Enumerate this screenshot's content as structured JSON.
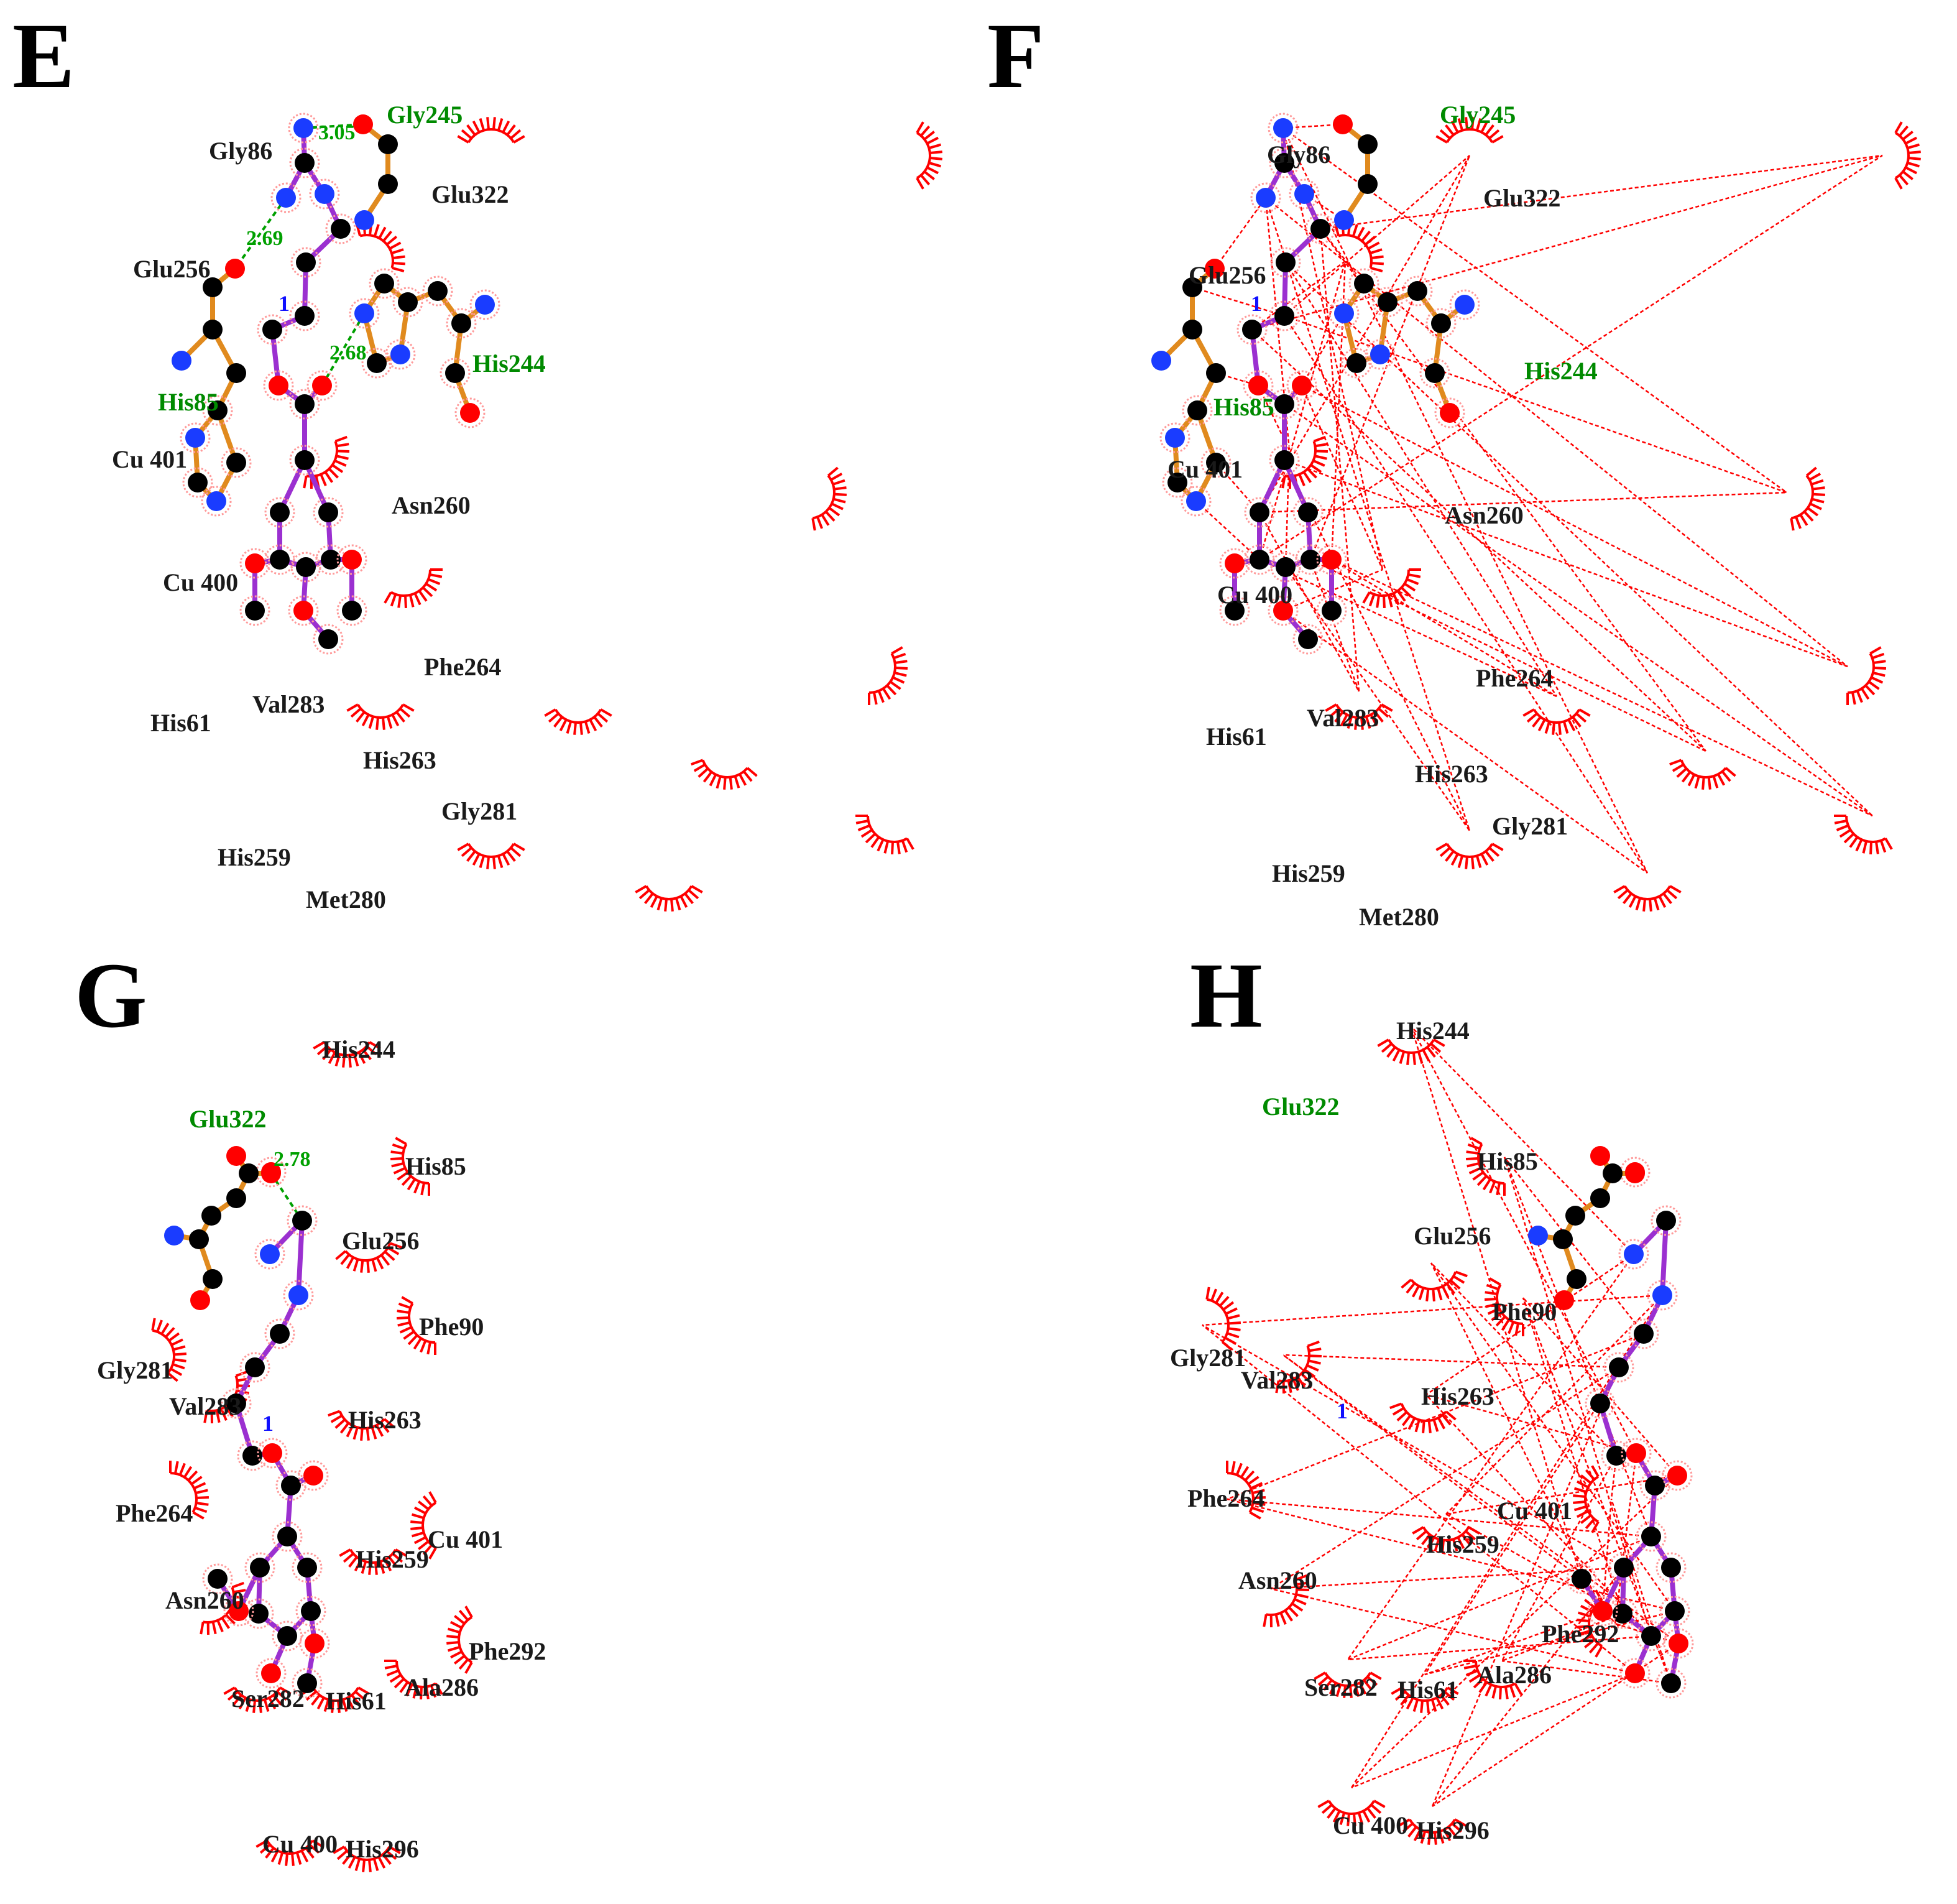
{
  "panels": [
    {
      "id": "E",
      "label": "E",
      "ligand_label": "1",
      "residues": [
        "Gly86",
        "Glu256",
        "Cu 401",
        "Cu 400",
        "His61",
        "Val283",
        "His259",
        "Met280",
        "His263",
        "Gly281",
        "Phe264",
        "Asn260",
        "Glu322"
      ],
      "hbond_residues": [
        "Gly245",
        "His244",
        "His85"
      ],
      "distances": [
        "3.05",
        "2.69",
        "2.68"
      ]
    },
    {
      "id": "F",
      "label": "F",
      "ligand_label": "1",
      "residues": [
        "Gly86",
        "Glu256",
        "Cu 401",
        "Cu 400",
        "His61",
        "Val283",
        "His259",
        "Met280",
        "His263",
        "Gly281",
        "Phe264",
        "Asn260",
        "Glu322"
      ],
      "hbond_residues": [
        "Gly245",
        "His244",
        "His85"
      ],
      "distances": []
    },
    {
      "id": "G",
      "label": "G",
      "ligand_label": "1",
      "residues": [
        "His244",
        "His85",
        "Glu256",
        "Phe90",
        "Gly281",
        "Val283",
        "His263",
        "Phe264",
        "His259",
        "Cu 401",
        "Asn260",
        "Phe292",
        "Ser282",
        "His61",
        "Ala286",
        "Cu 400",
        "His296"
      ],
      "hbond_residues": [
        "Glu322"
      ],
      "distances": [
        "2.78"
      ]
    },
    {
      "id": "H",
      "label": "H",
      "ligand_label": "1",
      "residues": [
        "His244",
        "His85",
        "Glu256",
        "Phe90",
        "Gly281",
        "Val283",
        "His263",
        "Phe264",
        "Cu 401",
        "His259",
        "Asn260",
        "Phe292",
        "Ser282",
        "His61",
        "Ala286",
        "Cu 400",
        "His296"
      ],
      "hbond_residues": [
        "Glu322"
      ],
      "distances": []
    }
  ],
  "colors": {
    "ligand_bond": "#9b30d0",
    "residue_bond": "#e08a1e",
    "carbon": "#000000",
    "nitrogen": "#1a3cff",
    "oxygen": "#ff0000",
    "hydrophobic_arc": "#ff0000",
    "hbond": "#00a000",
    "contact_line": "#ff0000"
  }
}
